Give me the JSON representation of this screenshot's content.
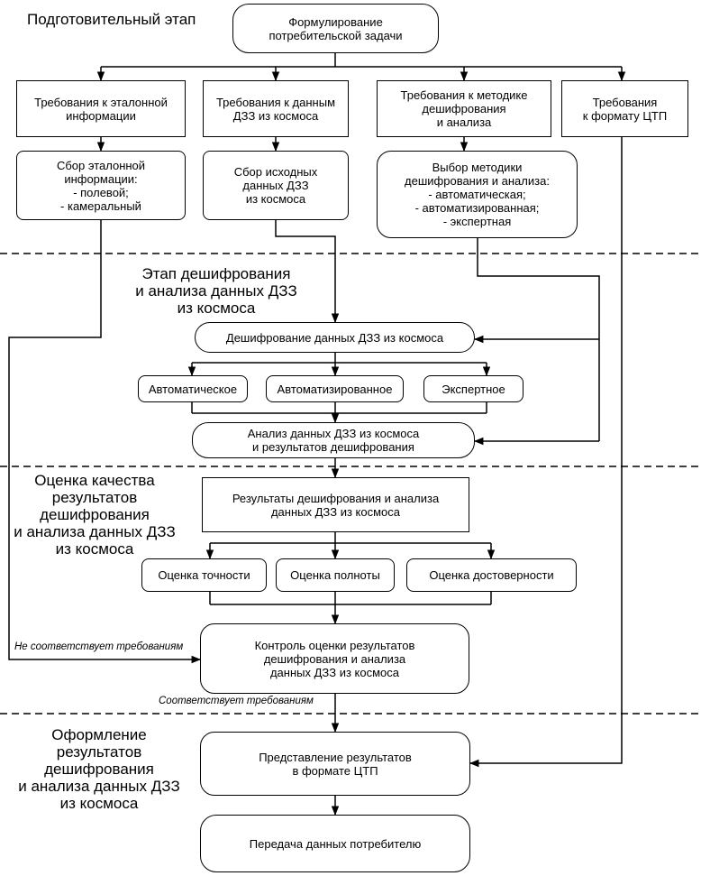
{
  "stages": {
    "prep": "Подготовительный этап",
    "decoding": "Этап дешифрования\nи анализа данных ДЗЗ\nиз космоса",
    "quality": "Оценка качества\nрезультатов\nдешифрования\nи анализа данных ДЗЗ\nиз космоса",
    "formatting": "Оформление\nрезультатов\nдешифрования\nи анализа данных ДЗЗ\nиз космоса"
  },
  "boxes": {
    "consumer_task": "Формулирование\nпотребительской задачи",
    "req_reference": "Требования к эталонной\nинформации",
    "req_data": "Требования к данным\nДЗЗ из космоса",
    "req_method": "Требования к методике\nдешифрования\nи анализа",
    "req_format": "Требования\nк формату ЦТП",
    "collect_reference": "Сбор эталонной\nинформации:\n- полевой;\n- камеральный",
    "collect_source": "Сбор исходных\nданных ДЗЗ\nиз космоса",
    "choose_method": "Выбор методики\nдешифрования и анализа:\n- автоматическая;\n- автоматизированная;\n- экспертная",
    "decoding": "Дешифрование данных ДЗЗ из космоса",
    "automatic": "Автоматическое",
    "automated": "Автоматизированное",
    "expert": "Экспертное",
    "analysis": "Анализ данных ДЗЗ из космоса\nи результатов дешифрования",
    "results": "Результаты дешифрования и анализа\nданных ДЗЗ из космоса",
    "accuracy": "Оценка точности",
    "completeness": "Оценка полноты",
    "reliability": "Оценка достоверности",
    "control": "Контроль оценки результатов\nдешифрования и анализа\nданных ДЗЗ из космоса",
    "presentation": "Представление результатов\nв формате ЦТП",
    "transfer": "Передача данных потребителю"
  },
  "notes": {
    "fail": "Не соответствует требованиям",
    "pass": "Соответствует требованиям"
  }
}
